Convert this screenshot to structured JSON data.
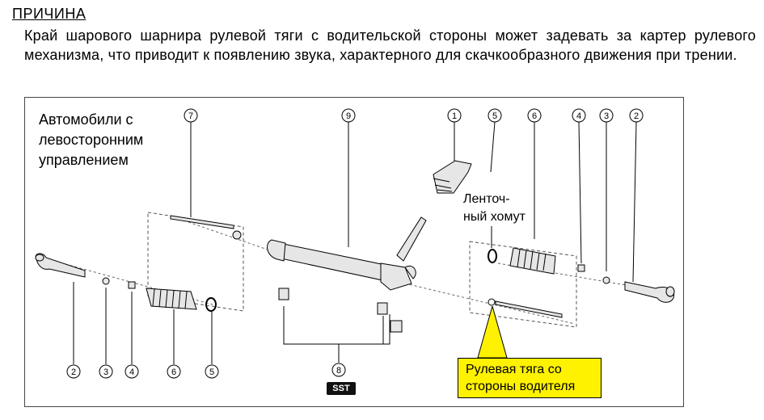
{
  "section": {
    "heading": "ПРИЧИНА",
    "text": "Край шарового шарнира рулевой тяги с водительской стороны может задевать за картер рулевого механизма, что приводит к появлению звука, характерного для скачкообразного движения при трении."
  },
  "figure": {
    "vehicle_label": "Автомобили с\nлевосторонним\nуправлением",
    "band_label": "Ленточ-\nный хомут",
    "callout": "Рулевая тяга со\nстороны водителя",
    "sst_badge": "SST",
    "callouts_top": [
      "7",
      "9",
      "1",
      "5",
      "6",
      "4",
      "3",
      "2"
    ],
    "callouts_bottom": [
      "2",
      "3",
      "4",
      "6",
      "5",
      "8"
    ],
    "colors": {
      "callout_fill": "#fff200",
      "line": "#000000",
      "part_fill": "#e6e6e6"
    }
  }
}
